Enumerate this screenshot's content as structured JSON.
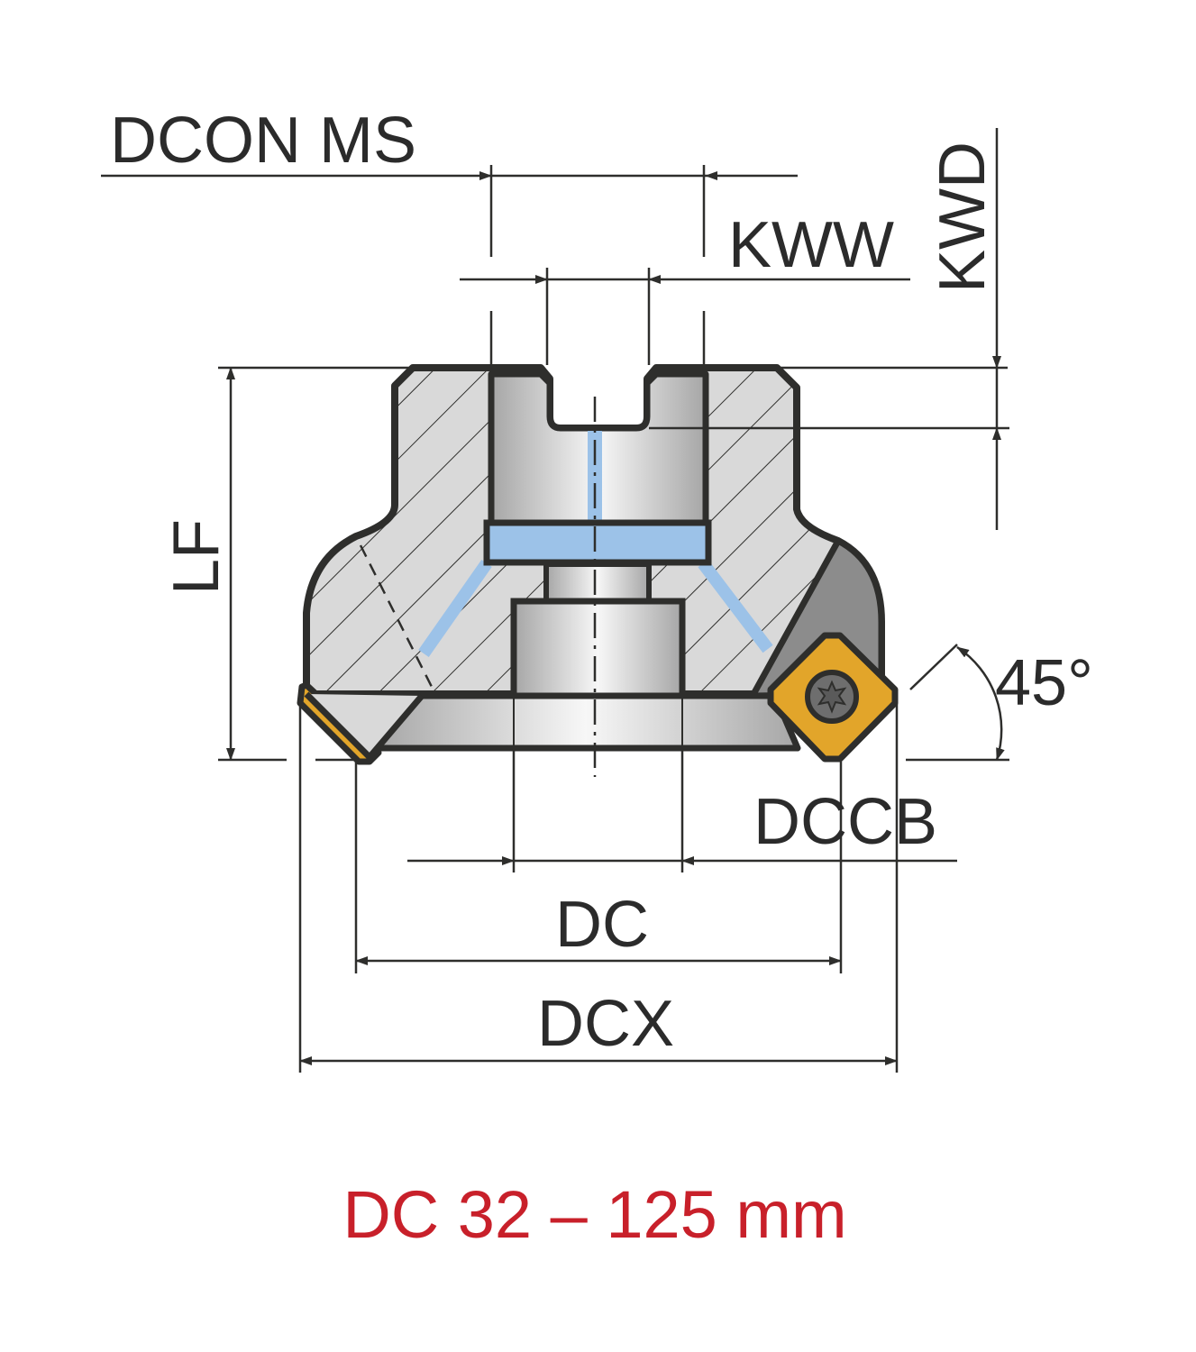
{
  "labels": {
    "dcon_ms": "DCON MS",
    "kww": "KWW",
    "kwd": "KWD",
    "lf": "LF",
    "angle": "45°",
    "dccb": "DCCB",
    "dc": "DC",
    "dcx": "DCX"
  },
  "caption": "DC 32 – 125 mm",
  "colors": {
    "line": "#2e2e2c",
    "body": "#d9d9d9",
    "coolant": "#9cc2e8",
    "insert": "#e2a52a",
    "pocket": "#8c8c8c",
    "caption": "#c8202a"
  }
}
